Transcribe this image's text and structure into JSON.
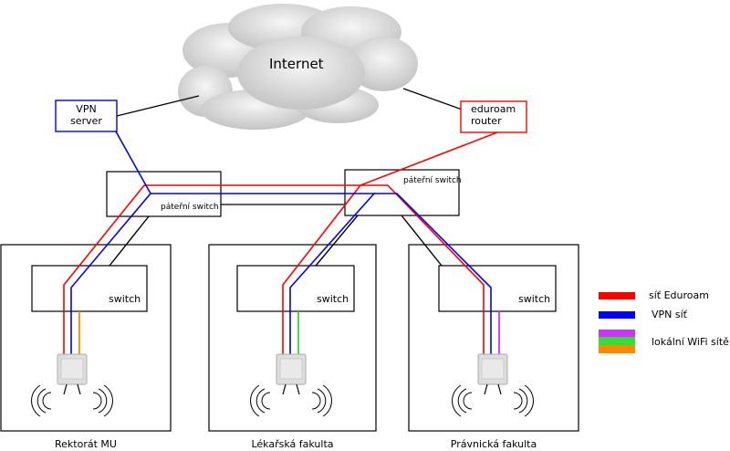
{
  "internet": {
    "label": "Internet"
  },
  "vpn_server": {
    "line1": "VPN",
    "line2": "server"
  },
  "eduroam_router": {
    "line1": "eduroam",
    "line2": "router"
  },
  "backbone_switches": [
    {
      "label": "páteřní switch"
    },
    {
      "label": "páteřní switch"
    }
  ],
  "sites": [
    {
      "name": "Rektorát MU",
      "switch_label": "switch",
      "local_wifi_color": "#ff8800"
    },
    {
      "name": "Lékařská fakulta",
      "switch_label": "switch",
      "local_wifi_color": "#33dd33"
    },
    {
      "name": "Právnická fakulta",
      "switch_label": "switch",
      "local_wifi_color": "#cc33ff"
    }
  ],
  "legend": {
    "eduroam": {
      "label": "síť Eduroam",
      "color": "#ff0000"
    },
    "vpn": {
      "label": "VPN síť",
      "color": "#0000ff"
    },
    "local": {
      "label": "lokální WiFi sítě",
      "colors": [
        "#cc33ff",
        "#33dd33",
        "#ff8800"
      ]
    }
  },
  "colors": {
    "eduroam": "#ff0000",
    "vpn": "#0000ff",
    "cloud": "#d4d4d4",
    "ap": "#dedede"
  }
}
